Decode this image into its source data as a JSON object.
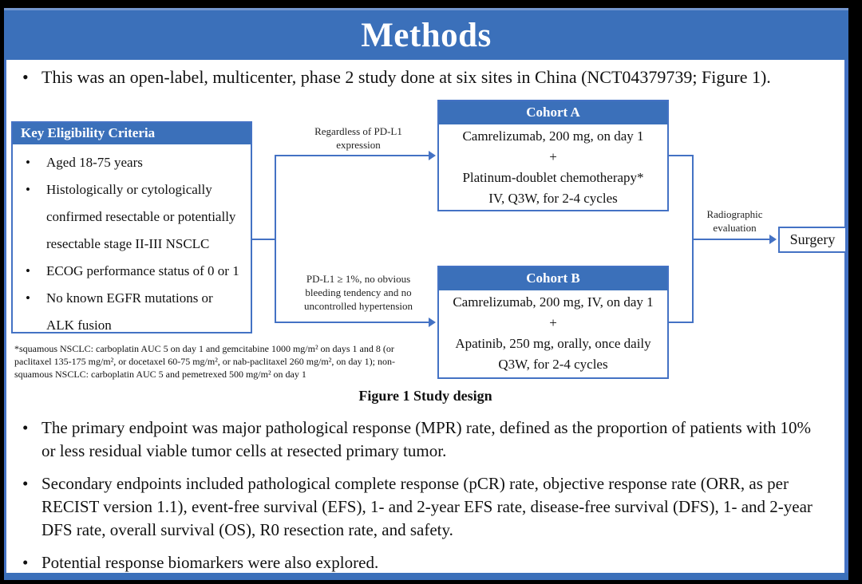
{
  "slide": {
    "title": "Methods",
    "intro_bullet": "This was an open-label, multicenter, phase 2 study done at six sites in China (NCT04379739; Figure 1).",
    "bullets": [
      "The primary endpoint was major pathological response (MPR) rate, defined as the proportion of patients with 10% or less residual viable tumor cells at resected primary tumor.",
      "Secondary endpoints included pathological complete response (pCR) rate, objective response rate (ORR, as per RECIST version 1.1), event-free survival (EFS), 1- and 2-year EFS rate, disease-free survival (DFS), 1- and 2-year DFS rate, overall survival (OS), R0 resection rate, and safety.",
      "Potential response biomarkers were also explored."
    ]
  },
  "figure": {
    "caption": "Figure 1 Study design",
    "eligibility": {
      "header": "Key Eligibility Criteria",
      "lines": [
        {
          "text": "Aged 18-75 years"
        },
        {
          "text": "Histologically or cytologically"
        },
        {
          "text": "confirmed resectable or potentially"
        },
        {
          "text": "resectable stage II-III NSCLC"
        },
        {
          "text": "ECOG performance status of 0 or 1"
        },
        {
          "text": "No known EGFR mutations or"
        },
        {
          "text": "ALK fusion"
        }
      ]
    },
    "branch_a_label": {
      "line1": "Regardless of PD-L1",
      "line2": "expression"
    },
    "branch_b_label": {
      "line1": "PD-L1 ≥ 1%, no obvious",
      "line2": "bleeding tendency and no",
      "line3": "uncontrolled hypertension"
    },
    "cohort_a": {
      "header": "Cohort A",
      "lines": [
        "Camrelizumab, 200 mg, on day 1",
        "+",
        "Platinum-doublet chemotherapy*",
        "IV, Q3W, for 2-4 cycles"
      ]
    },
    "cohort_b": {
      "header": "Cohort B",
      "lines": [
        "Camrelizumab, 200 mg, IV, on day 1",
        "+",
        "Apatinib, 250 mg, orally, once daily",
        "Q3W, for 2-4 cycles"
      ]
    },
    "evaluation_label": {
      "line1": "Radiographic",
      "line2": "evaluation"
    },
    "surgery_label": "Surgery",
    "footnote_lines": [
      "*squamous NSCLC: carboplatin AUC 5 on day 1 and gemcitabine 1000 mg/m² on days 1 and 8 (or",
      "paclitaxel 135-175 mg/m², or docetaxel 60-75 mg/m², or nab-paclitaxel 260 mg/m², on day 1); non-",
      "squamous NSCLC: carboplatin AUC 5 and pemetrexed 500 mg/m² on day 1"
    ]
  },
  "colors": {
    "band_blue": "#3b70ba",
    "line_blue": "#4472c4"
  }
}
